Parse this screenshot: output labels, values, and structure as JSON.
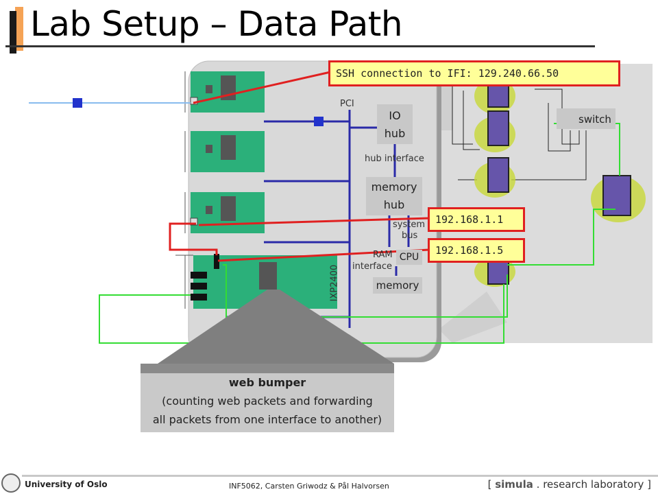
{
  "title": "Lab Setup – Data Path",
  "labels": {
    "ssh": "SSH connection to IFI: 129.240.66.50",
    "ip1": "192.168.1.1",
    "ip2": "192.168.1.5",
    "pci": "PCI",
    "io_hub_1": "IO",
    "io_hub_2": "hub",
    "hub_interface": "hub interface",
    "memory_hub_1": "memory",
    "memory_hub_2": "hub",
    "system_bus_1": "system",
    "system_bus_2": "bus",
    "ram_1": "RAM",
    "ram_2": "interface",
    "cpu": "CPU",
    "memory": "memory",
    "ixp": "IXP2400",
    "switch": "switch"
  },
  "callout": {
    "title": "web bumper",
    "line1": "(counting web packets and forwarding",
    "line2": "all packets from one interface to another)"
  },
  "footer": {
    "university": "University of Oslo",
    "authors": "INF5062, Carsten Griwodz & Pål Halvorsen",
    "lab_open": "[ ",
    "lab_simula": "simula",
    "lab_rest": " . research laboratory ]"
  },
  "colors": {
    "wire_green": "#33dd33",
    "wire_red": "#e02020",
    "bus_blue": "#2a2aa8",
    "card_green": "#2bb07a",
    "highlight": "#ffff99"
  }
}
